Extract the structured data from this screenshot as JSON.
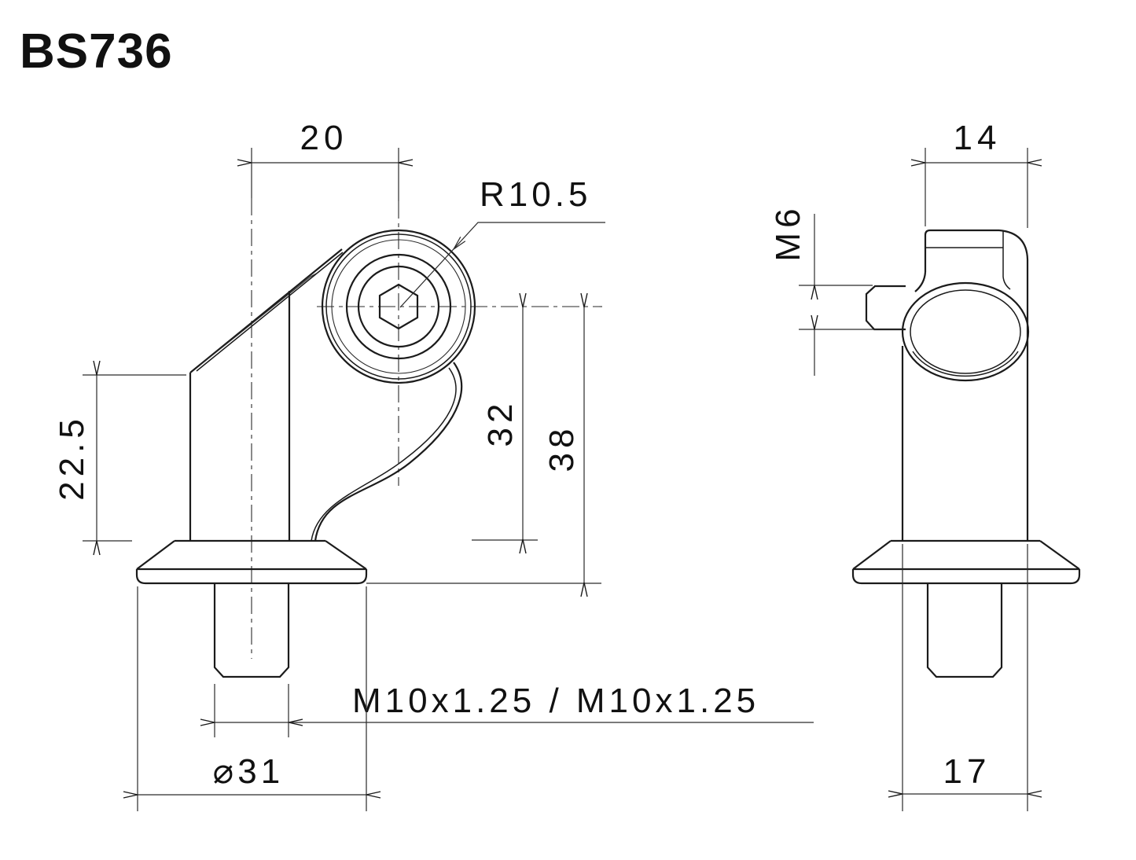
{
  "page": {
    "background": "#ffffff",
    "line_color": "#1b1b1b"
  },
  "title": "BS736",
  "views": {
    "front_view": "front view of mirror adapter with boss, hex socket screw, flange and threaded stud",
    "side_view": "side view of mirror adapter clamp with M6 tab, flange and threaded stud"
  },
  "dimensions": {
    "pivot_offset": "20",
    "boss_radius": "R10.5",
    "clamp_width": "14",
    "clamp_screw_thread": "M6",
    "body_height": "22.5",
    "axis_to_flange_top": "32",
    "axis_to_base": "38",
    "stud_threads": "M10x1.25 / M10x1.25",
    "base_diameter": "⌀31",
    "side_body_width": "17"
  }
}
